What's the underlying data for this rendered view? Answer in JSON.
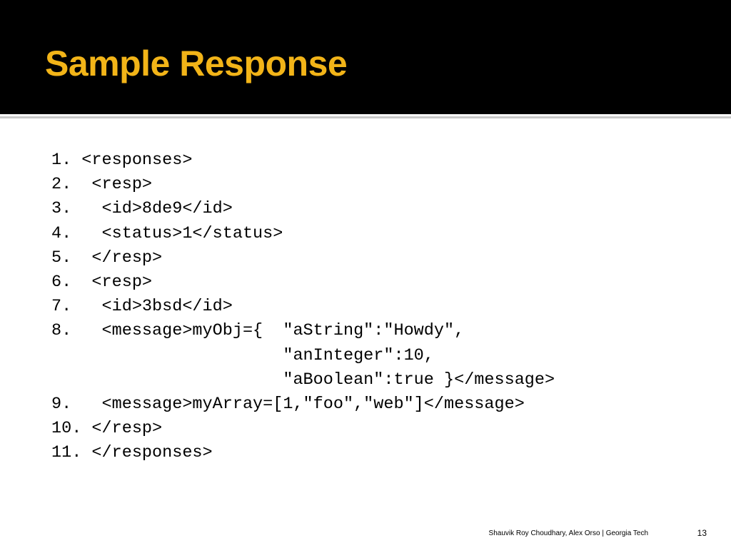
{
  "slide": {
    "title": "Sample Response",
    "title_color": "#F2B418",
    "title_bar_color": "#000000",
    "code_lines": [
      "1. <responses>",
      "2.  <resp>",
      "3.   <id>8de9</id>",
      "4.   <status>1</status>",
      "5.  </resp>",
      "6.  <resp>",
      "7.   <id>3bsd</id>",
      "8.   <message>myObj={  \"aString\":\"Howdy\",",
      "                       \"anInteger\":10,",
      "                       \"aBoolean\":true }</message>",
      "9.   <message>myArray=[1,\"foo\",\"web\"]</message>",
      "10. </resp>",
      "11. </responses>"
    ],
    "footer": "Shauvik Roy Choudhary, Alex Orso  |  Georgia Tech",
    "page_number": "13"
  }
}
